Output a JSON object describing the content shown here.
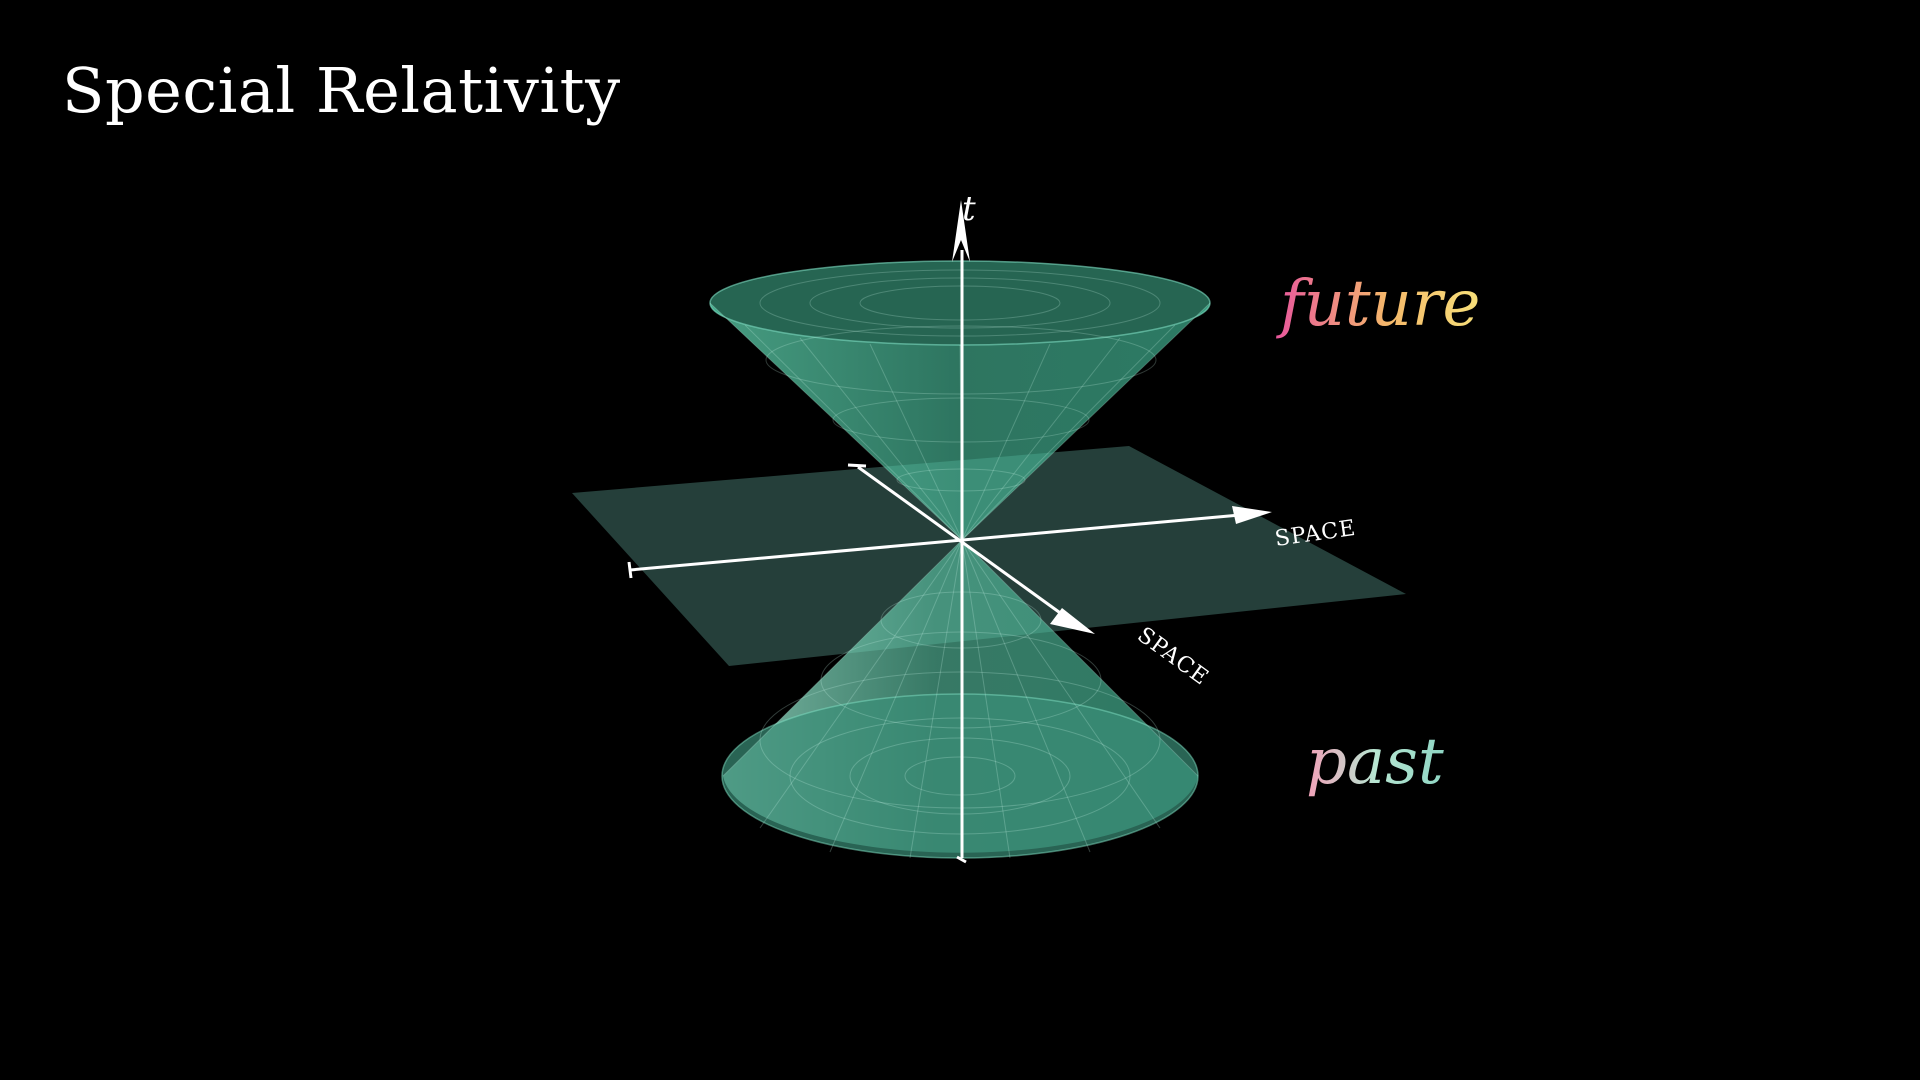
{
  "title": "Special Relativity",
  "labels": {
    "future": "future",
    "past": "past",
    "time_axis": "t",
    "space_axis_1": "SPACE",
    "space_axis_2": "SPACE"
  },
  "colors": {
    "background": "#000000",
    "cone_fill": "#4fc9a4",
    "plane_fill": "#2c4a44",
    "axis": "#ffffff",
    "future_gradient": [
      "#e8589c",
      "#f5b96a",
      "#f7e07a"
    ],
    "past_gradient": [
      "#f2a0b8",
      "#b8e6d2",
      "#8fd6c4"
    ]
  }
}
